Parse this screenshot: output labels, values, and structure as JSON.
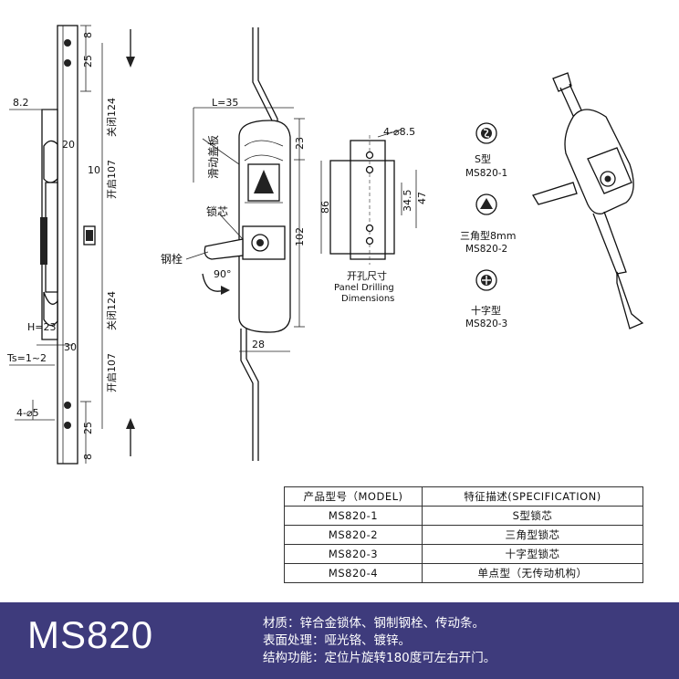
{
  "diagram": {
    "side_view": {
      "dims": {
        "top_8": "8",
        "top_25": "25",
        "w_8_2": "8.2",
        "d_20": "20",
        "d_10": "10",
        "open_107_top": "开启107",
        "close_124_top": "关闭124",
        "h_23": "H=23",
        "d_30": "30",
        "ts": "Ts=1~2",
        "close_124_bot": "关闭124",
        "open_107_bot": "开启107",
        "holes": "4-⌀5",
        "bot_25": "25",
        "bot_8": "8"
      }
    },
    "front_view": {
      "dims": {
        "l_35": "L=35",
        "d_23": "23",
        "d_102": "102",
        "d_28": "28",
        "rot_90": "90°"
      },
      "labels": {
        "slide_cover": "滑动盖板",
        "lock_core": "锁芯",
        "bolt": "钢栓"
      }
    },
    "panel_drilling": {
      "dims": {
        "holes": "4-⌀8.5",
        "h_86": "86",
        "h_34_5": "34.5",
        "h_47": "47"
      },
      "title_cn": "开孔尺寸",
      "title_en_1": "Panel Drilling",
      "title_en_2": "Dimensions"
    },
    "lock_types": [
      {
        "name": "S型",
        "code": "MS820-1"
      },
      {
        "name": "三角型8mm",
        "code": "MS820-2"
      },
      {
        "name": "十字型",
        "code": "MS820-3"
      }
    ]
  },
  "spec_table": {
    "headers": [
      "产品型号（MODEL)",
      "特征描述(SPECIFICATION)"
    ],
    "rows": [
      [
        "MS820-1",
        "S型锁芯"
      ],
      [
        "MS820-2",
        "三角型锁芯"
      ],
      [
        "MS820-3",
        "十字型锁芯"
      ],
      [
        "MS820-4",
        "单点型（无传动机构）"
      ]
    ]
  },
  "footer": {
    "model": "MS820",
    "lines": [
      "材质：锌合金锁体、钢制钢栓、传动条。",
      "表面处理：哑光铬、镀锌。",
      "结构功能：定位片旋转180度可左右开门。"
    ]
  },
  "colors": {
    "footer_bg": "#3e3b7c",
    "line": "#111111",
    "background": "#ffffff"
  }
}
